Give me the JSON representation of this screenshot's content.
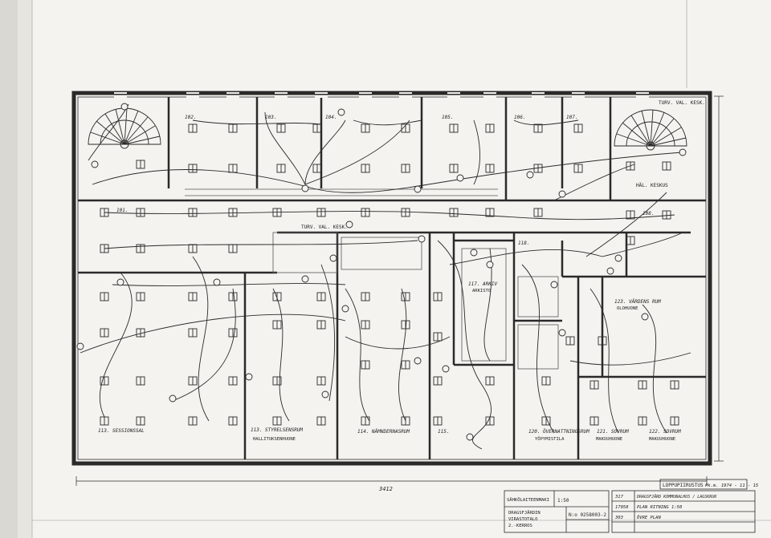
{
  "rooms": [
    {
      "id": "r102",
      "label": "102."
    },
    {
      "id": "r103",
      "label": "103."
    },
    {
      "id": "r104",
      "label": "104."
    },
    {
      "id": "r105",
      "label": "105."
    },
    {
      "id": "r106",
      "label": "106."
    },
    {
      "id": "r107",
      "label": "107."
    },
    {
      "id": "r101",
      "label": "101."
    },
    {
      "id": "r108",
      "label": "108."
    },
    {
      "id": "r113",
      "label": "113. SESSIONSSAL"
    },
    {
      "id": "r113b",
      "label": "113. STYRELSENSRUM"
    },
    {
      "id": "r114",
      "label": "114. NÄMNDERNASRUM"
    },
    {
      "id": "r115",
      "label": "115."
    },
    {
      "id": "r120",
      "label": "120. ÖVERNATTNINGSRUM"
    },
    {
      "id": "r121",
      "label": "121. SOVRUM"
    },
    {
      "id": "r122",
      "label": "122. SOVRUM"
    },
    {
      "id": "r123",
      "label": "123. VÄRDENS RUM"
    },
    {
      "id": "r117",
      "label": "117. ARKIV"
    },
    {
      "id": "r118",
      "label": "118."
    }
  ],
  "room_finnish": {
    "hallitus": "HALLITUKSENHUONE",
    "yopymistila": "YÖPYMISTILA",
    "makuu1": "MAKUUHUONE",
    "makuu2": "MAKUUHUONE",
    "oloh": "OLOHUONE",
    "arkisto": "ARKISTO"
  },
  "labels": {
    "turv_top": "TURV. VAL. KESK.",
    "turv_mid": "TURV. VAL. KESK.",
    "hal_keskus": "HÄL. KESKUS",
    "dimension": "3412"
  },
  "stamp": {
    "lopp": "LOPPUPIIRUSTUS",
    "lopp_date": "Pk.m. 1974 - 11 - 15"
  },
  "titleblock": {
    "office": "SÄHKÖLAITEENMAKI",
    "scale": "1:50",
    "place": "DRAGSFJÄRDIN",
    "building": "VIRASTOTALO",
    "floor": "2.-KERROS",
    "drawing_no": "N:o 0258003-2",
    "rev1": "DRAGSFJÄRD KOMMUNALHUS / LAGSKRUK",
    "rev2": "PLAN RITNING  1:50",
    "rev3": "ÖVRE PLAN",
    "code1": "317",
    "code2": "17958",
    "code3": "303"
  },
  "colors": {
    "ink": "#2a2a2a",
    "paper": "#f4f3ef"
  }
}
